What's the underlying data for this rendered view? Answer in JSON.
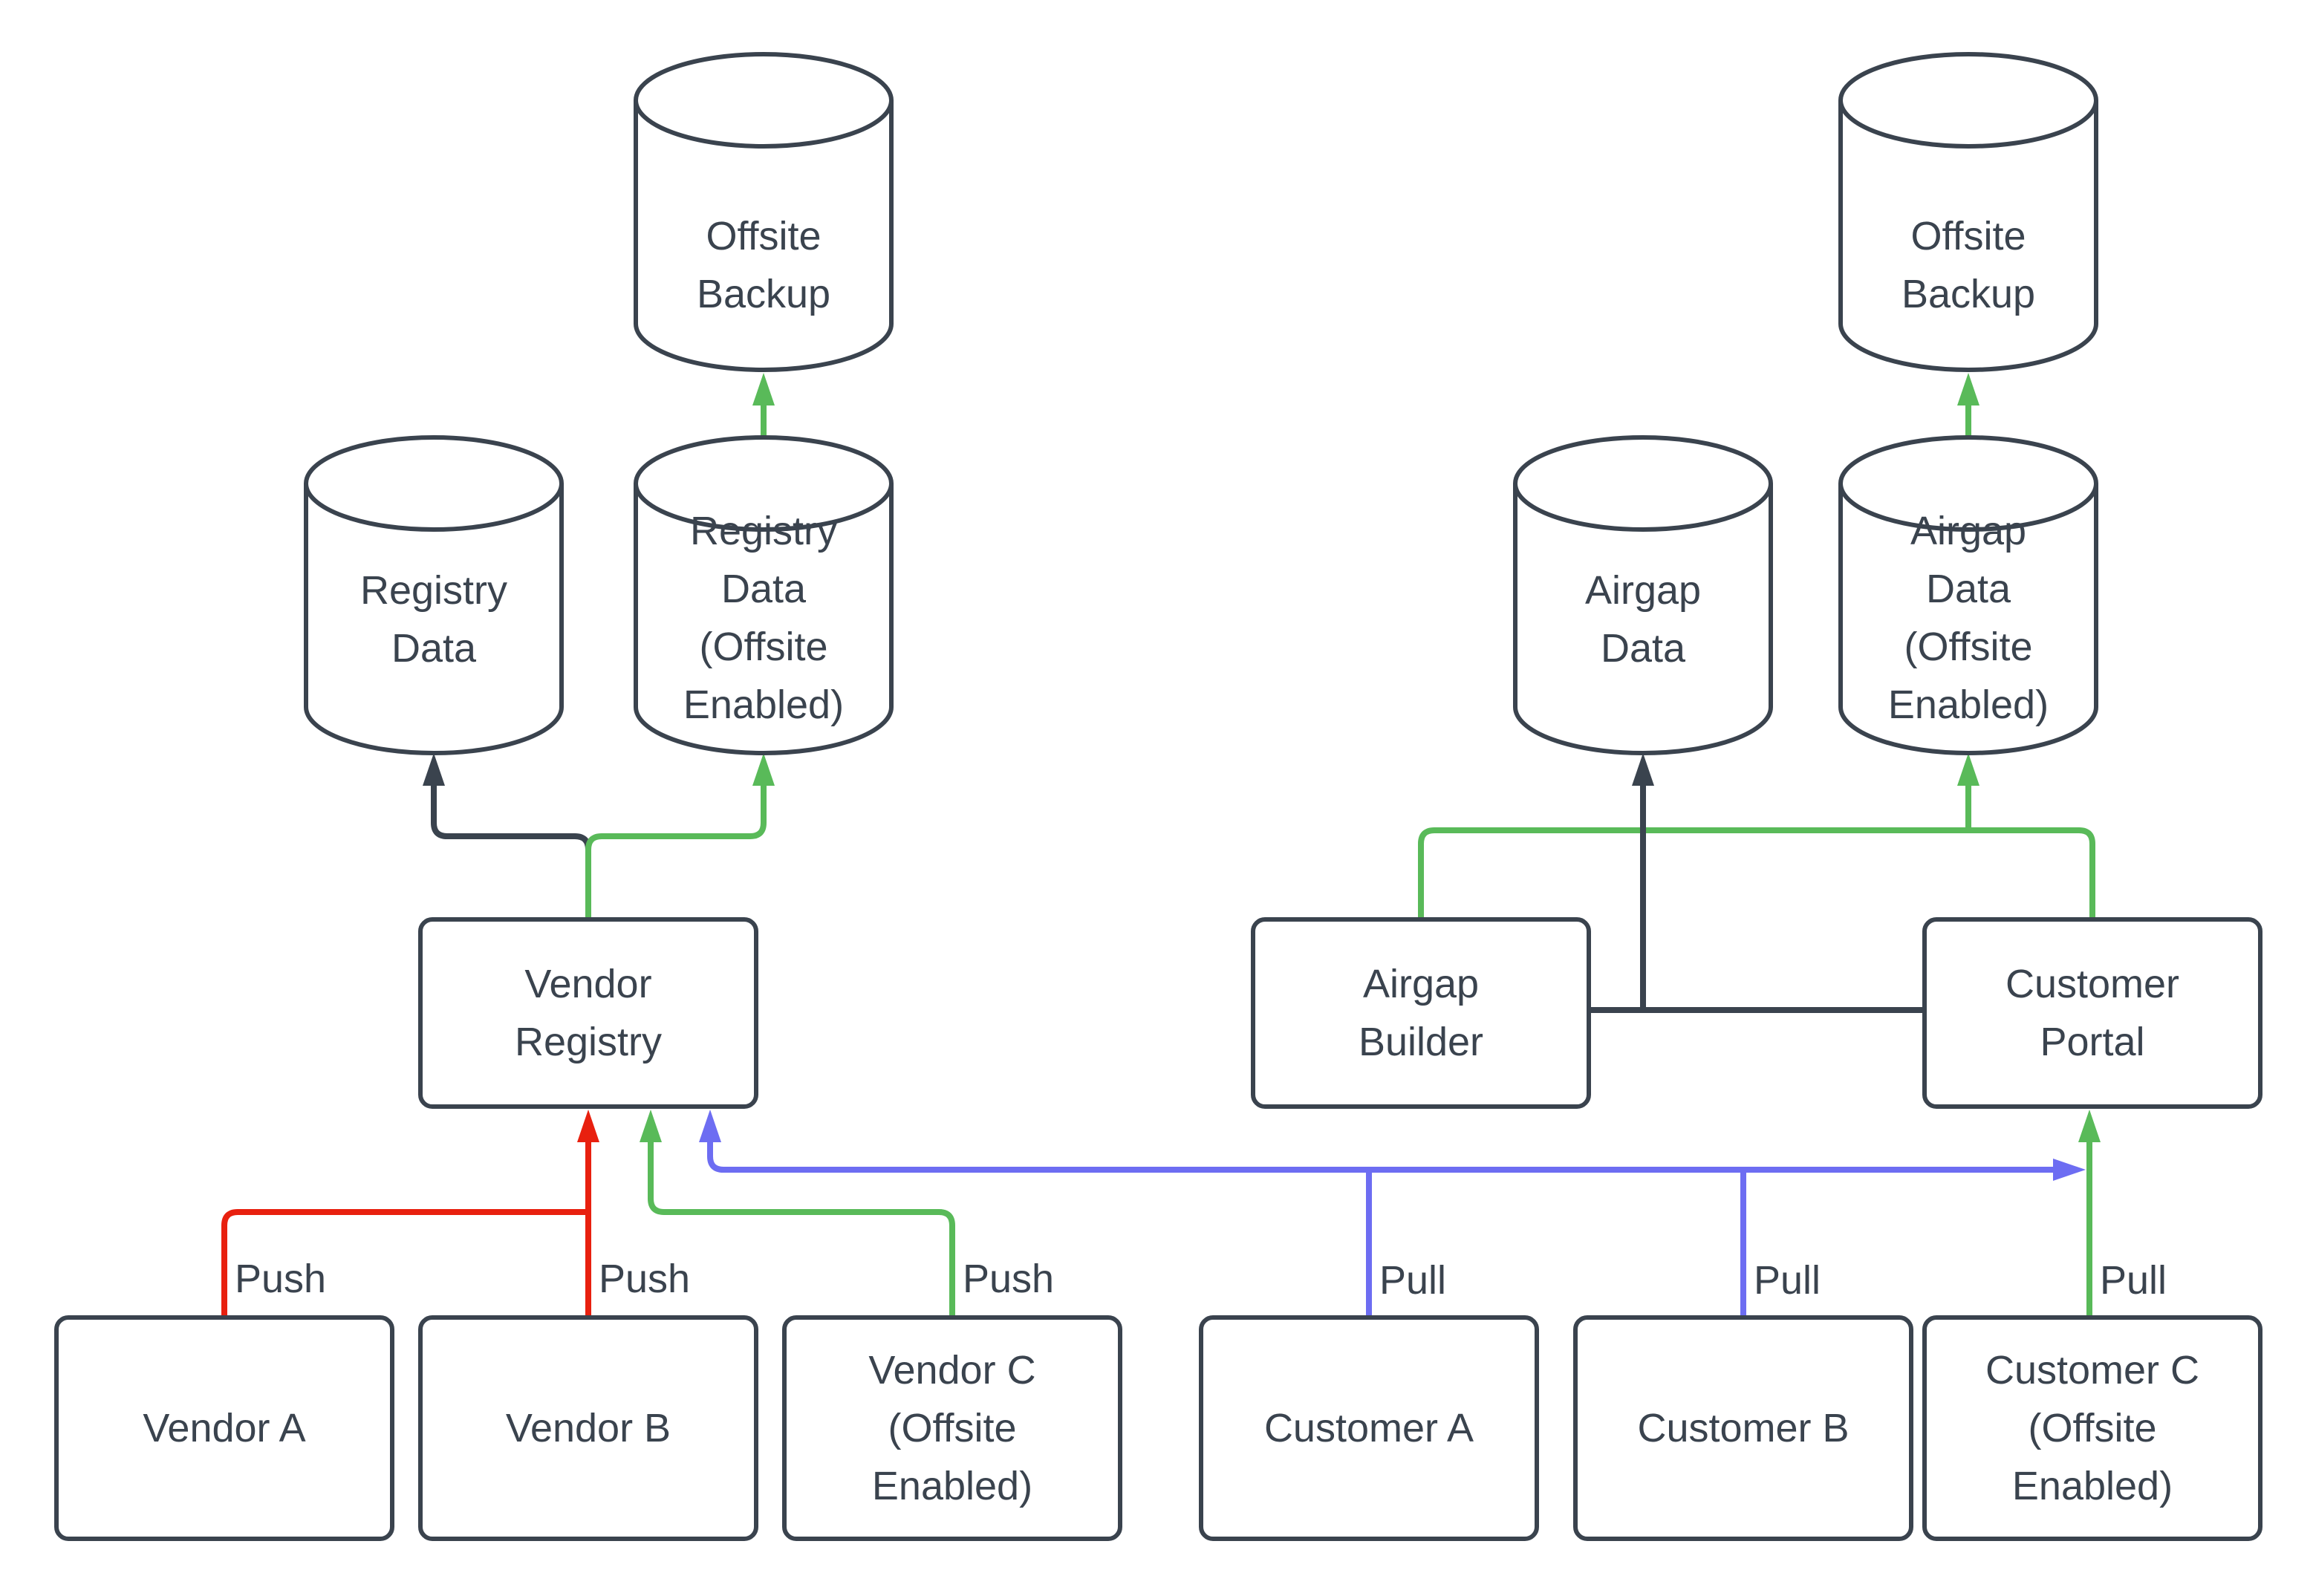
{
  "diagram": {
    "colors": {
      "dark": "#3A434E",
      "green": "#59BA59",
      "red": "#E8200F",
      "blue": "#6D6DF2",
      "text": "#3A434E",
      "node_fill": "#FFFFFF",
      "background": "#FFFFFF"
    },
    "nodes": {
      "offsite_backup_left": {
        "shape": "cylinder",
        "label": "Offsite Backup",
        "lines": [
          "Offsite",
          "Backup"
        ]
      },
      "offsite_backup_right": {
        "shape": "cylinder",
        "label": "Offsite Backup",
        "lines": [
          "Offsite",
          "Backup"
        ]
      },
      "registry_data": {
        "shape": "cylinder",
        "label": "Registry Data",
        "lines": [
          "Registry",
          "Data"
        ]
      },
      "registry_data_offsite": {
        "shape": "cylinder",
        "label": "Registry Data (Offsite Enabled)",
        "lines": [
          "Registry",
          "Data",
          "(Offsite",
          "Enabled)"
        ]
      },
      "airgap_data": {
        "shape": "cylinder",
        "label": "Airgap Data",
        "lines": [
          "Airgap",
          "Data"
        ]
      },
      "airgap_data_offsite": {
        "shape": "cylinder",
        "label": "Airgap Data (Offsite Enabled)",
        "lines": [
          "Airgap",
          "Data",
          "(Offsite",
          "Enabled)"
        ]
      },
      "vendor_registry": {
        "shape": "box",
        "label": "Vendor Registry",
        "lines": [
          "Vendor",
          "Registry"
        ]
      },
      "airgap_builder": {
        "shape": "box",
        "label": "Airgap Builder",
        "lines": [
          "Airgap",
          "Builder"
        ]
      },
      "customer_portal": {
        "shape": "box",
        "label": "Customer Portal",
        "lines": [
          "Customer",
          "Portal"
        ]
      },
      "vendor_a": {
        "shape": "box",
        "label": "Vendor A",
        "lines": [
          "Vendor A"
        ]
      },
      "vendor_b": {
        "shape": "box",
        "label": "Vendor B",
        "lines": [
          "Vendor B"
        ]
      },
      "vendor_c": {
        "shape": "box",
        "label": "Vendor C (Offsite Enabled)",
        "lines": [
          "Vendor C",
          "(Offsite",
          "Enabled)"
        ]
      },
      "customer_a": {
        "shape": "box",
        "label": "Customer A",
        "lines": [
          "Customer A"
        ]
      },
      "customer_b": {
        "shape": "box",
        "label": "Customer B",
        "lines": [
          "Customer B"
        ]
      },
      "customer_c": {
        "shape": "box",
        "label": "Customer C (Offsite Enabled)",
        "lines": [
          "Customer C",
          "(Offsite",
          "Enabled)"
        ]
      }
    },
    "edge_labels": {
      "push_vendor_a": "Push",
      "push_vendor_b": "Push",
      "push_vendor_c": "Push",
      "pull_customer_a": "Pull",
      "pull_customer_b": "Pull",
      "pull_customer_c": "Pull"
    }
  }
}
